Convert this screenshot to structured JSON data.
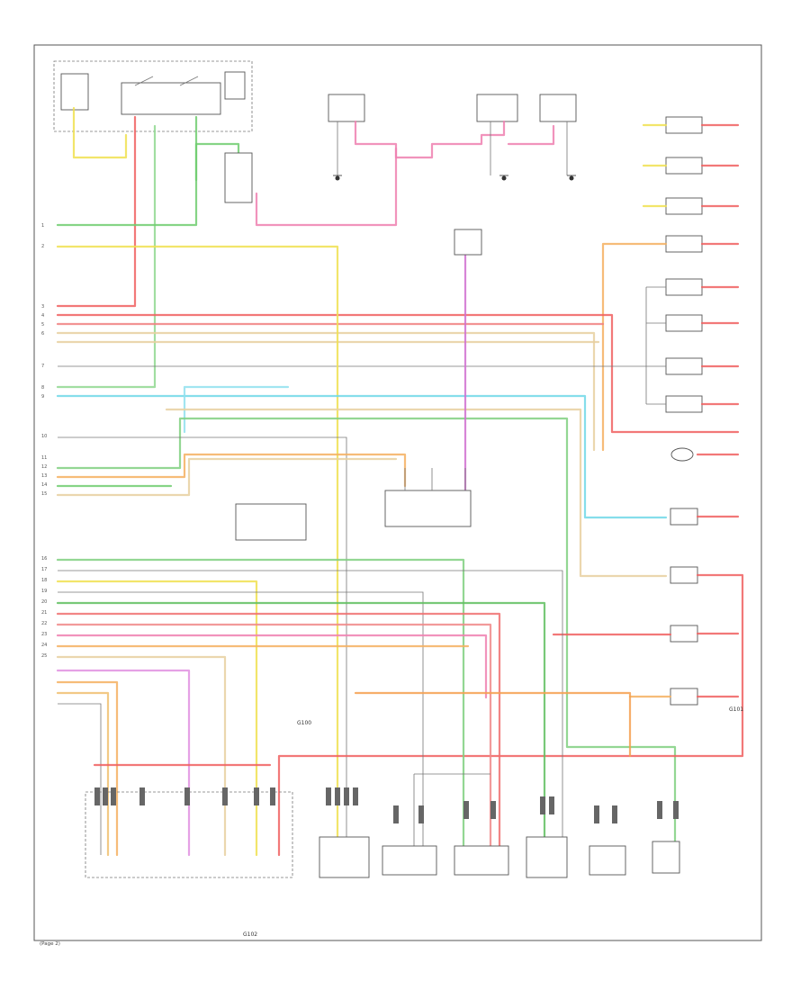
{
  "page_id": "(Page 2)",
  "connector_pins": [
    "1",
    "2",
    "3",
    "4",
    "5",
    "6",
    "7",
    "8",
    "9",
    "10",
    "11",
    "12",
    "13",
    "14",
    "15",
    "16",
    "17",
    "18",
    "19",
    "20",
    "21",
    "22",
    "23",
    "24",
    "25"
  ],
  "ground_labels": [
    "G100",
    "G101",
    "G102"
  ],
  "colors": {
    "red": "#f06060",
    "pink": "#ee80b0",
    "green": "#70cc70",
    "yellow": "#f0e050",
    "orange": "#f5b060",
    "tan": "#e8d0a0",
    "cyan": "#70d8e8",
    "gray": "#b8b8b8",
    "violet": "#d070d0",
    "lightgreen": "#a8e090"
  }
}
